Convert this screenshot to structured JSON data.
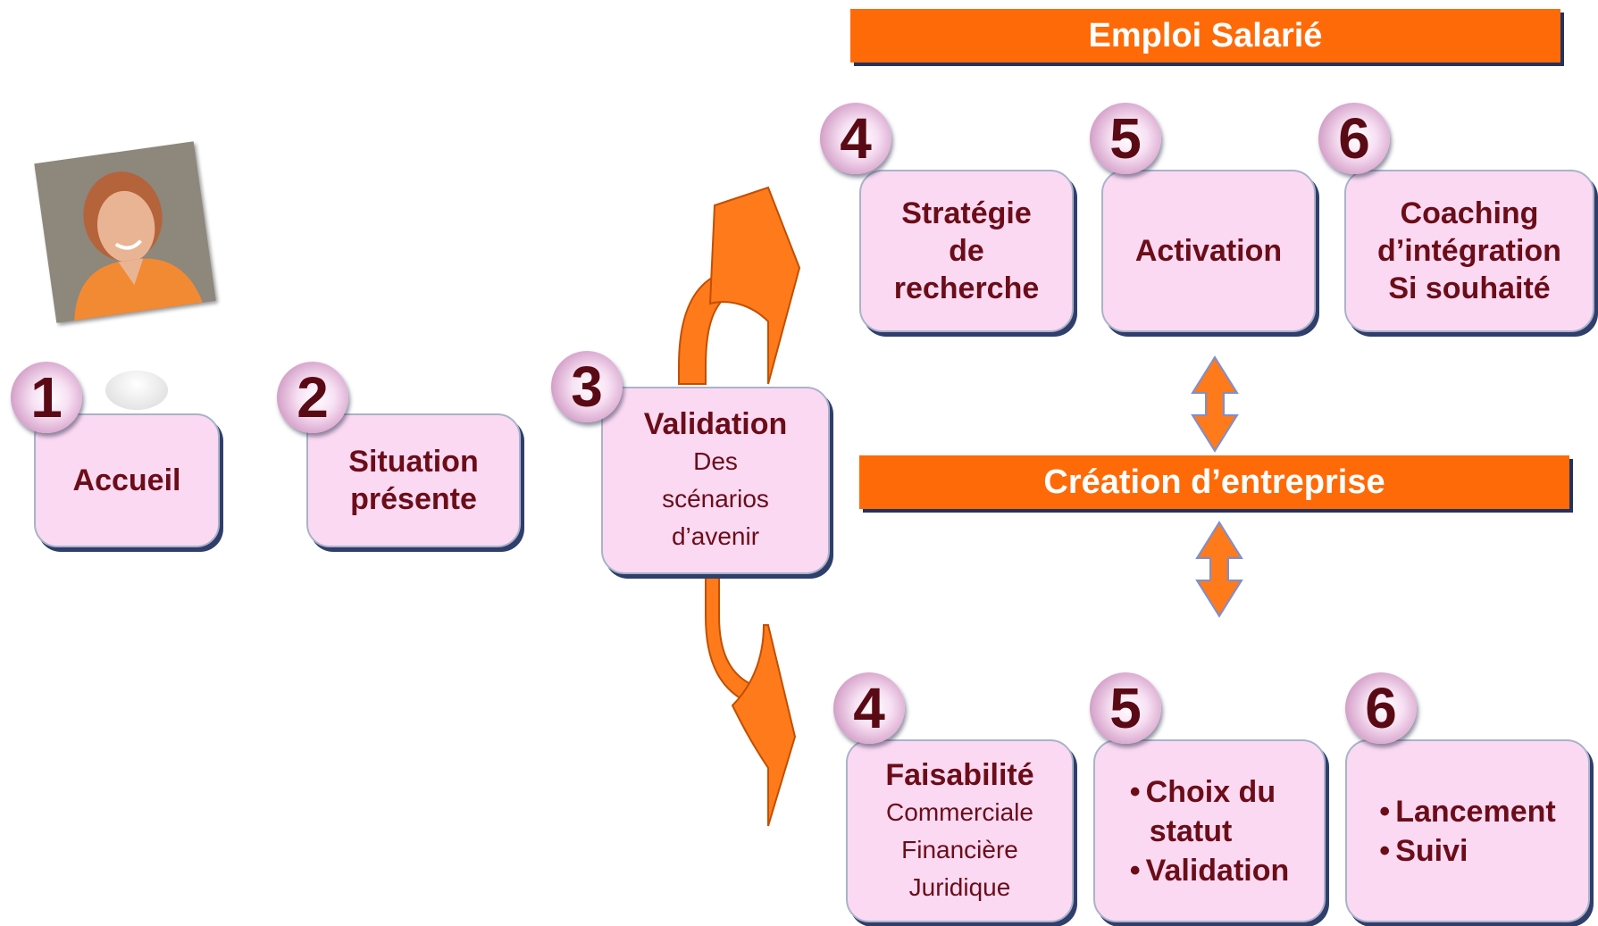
{
  "colors": {
    "accent": "#ff6a08",
    "box_fill": "#fbd9f3",
    "text": "#6b0d18",
    "arrow": "#ff7a1a"
  },
  "banners": {
    "emploi": "Emploi Salarié",
    "creation": "Création d’entreprise"
  },
  "steps": {
    "s1": {
      "number": "1",
      "title": "Accueil"
    },
    "s2": {
      "number": "2",
      "title1": "Situation",
      "title2": "présente"
    },
    "s3": {
      "number": "3",
      "title": "Validation",
      "line1": "Des",
      "line2": "scénarios",
      "line3": "d’avenir"
    }
  },
  "emploi": {
    "s4": {
      "number": "4",
      "line1": "Stratégie",
      "line2": "de",
      "line3": "recherche"
    },
    "s5": {
      "number": "5",
      "title": "Activation"
    },
    "s6": {
      "number": "6",
      "line1": "Coaching",
      "line2": "d’intégration",
      "line3": "Si souhaité"
    }
  },
  "creation": {
    "s4": {
      "number": "4",
      "title": "Faisabilité",
      "line1": "Commerciale",
      "line2": "Financière",
      "line3": "Juridique"
    },
    "s5": {
      "number": "5",
      "item1a": "Choix  du",
      "item1b": "statut",
      "item2": "Validation"
    },
    "s6": {
      "number": "6",
      "item1": "Lancement",
      "item2": "Suivi"
    }
  },
  "icons": {
    "photo": "portrait-photo",
    "bubble": "speech-bubble-icon",
    "arrows": "branch-arrow-icon"
  }
}
